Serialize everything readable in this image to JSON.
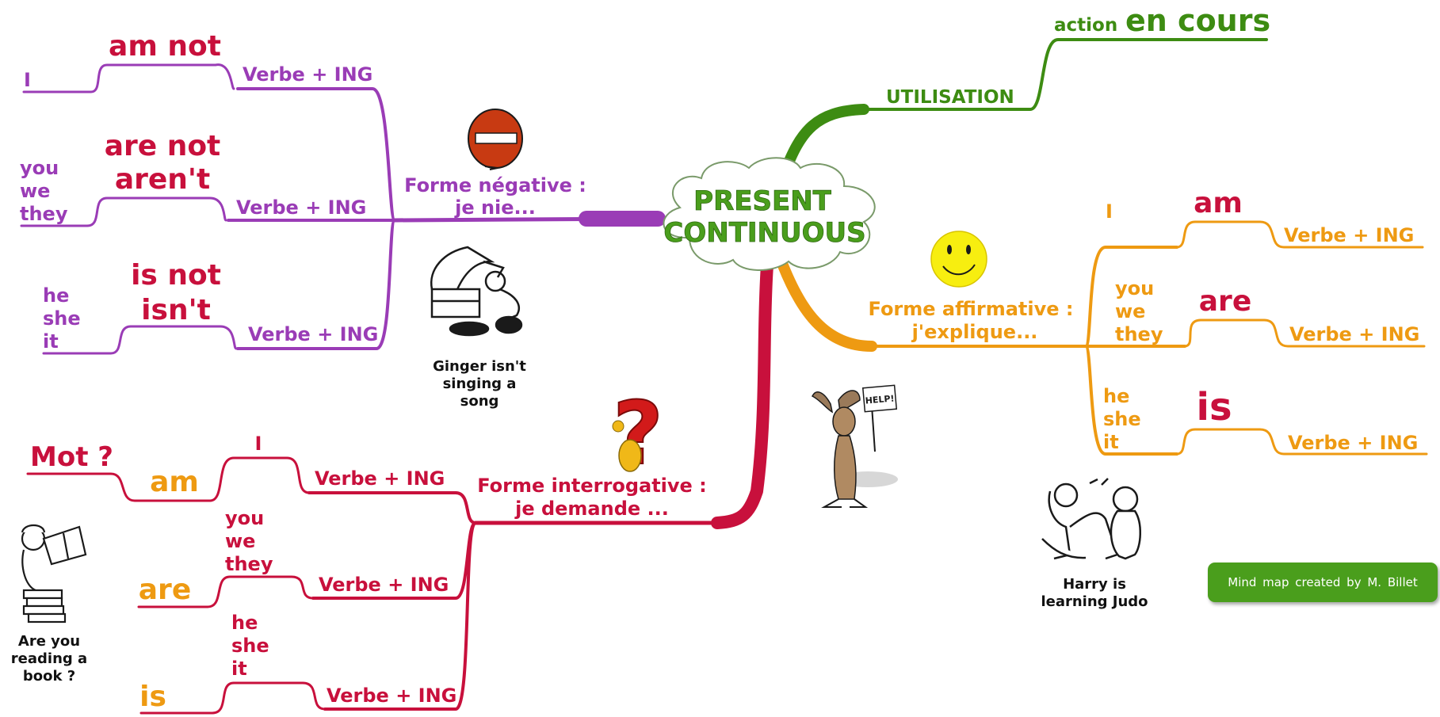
{
  "title_lines": [
    "PRESENT",
    "CONTINUOUS"
  ],
  "colors": {
    "utilisation": "#3d8c12",
    "negative": "#9a3cb6",
    "affirmative": "#ee9a12",
    "interrogative": "#c8103c",
    "center_text": "#4a9e1c"
  },
  "utilisation": {
    "label": "UTILISATION",
    "leaf_small": "action",
    "leaf_big": "en cours"
  },
  "negative": {
    "label_line1": "Forme négative :",
    "label_line2": "je nie...",
    "rows": [
      {
        "subject": "I",
        "aux_line1": "am not",
        "aux_line2": "",
        "verb": "Verbe + ING"
      },
      {
        "subject_lines": [
          "you",
          "we",
          "they"
        ],
        "aux_line1": "are not",
        "aux_line2": "aren't",
        "verb": "Verbe + ING"
      },
      {
        "subject_lines": [
          "he",
          "she",
          "it"
        ],
        "aux_line1": "is not",
        "aux_line2": "isn't",
        "verb": "Verbe + ING"
      }
    ],
    "caption_lines": [
      "Ginger isn't",
      "singing a",
      "song"
    ],
    "icon": "no-entry-sign-icon"
  },
  "affirmative": {
    "label_line1": "Forme affirmative :",
    "label_line2": "j'explique...",
    "rows": [
      {
        "subject": "I",
        "aux": "am",
        "verb": "Verbe + ING"
      },
      {
        "subject_lines": [
          "you",
          "we",
          "they"
        ],
        "aux": "are",
        "verb": "Verbe + ING"
      },
      {
        "subject_lines": [
          "he",
          "she",
          "it"
        ],
        "aux": "is",
        "verb": "Verbe + ING"
      }
    ],
    "caption_lines": [
      "Harry is",
      "learning Judo"
    ],
    "icon": "smiley-face-icon"
  },
  "interrogative": {
    "label_line1": "Forme interrogative :",
    "label_line2": "je demande ...",
    "mot": "Mot ?",
    "rows": [
      {
        "aux": "am",
        "subject": "I",
        "verb": "Verbe + ING"
      },
      {
        "aux": "are",
        "subject_lines": [
          "you",
          "we",
          "they"
        ],
        "verb": "Verbe + ING"
      },
      {
        "aux": "is",
        "subject_lines": [
          "he",
          "she",
          "it"
        ],
        "verb": "Verbe + ING"
      }
    ],
    "caption_lines": [
      "Are you",
      "reading a",
      "book ?"
    ],
    "icon": "question-mark-icon"
  },
  "help_sign": "HELP!",
  "credit": "Mind map created by M. Billet"
}
